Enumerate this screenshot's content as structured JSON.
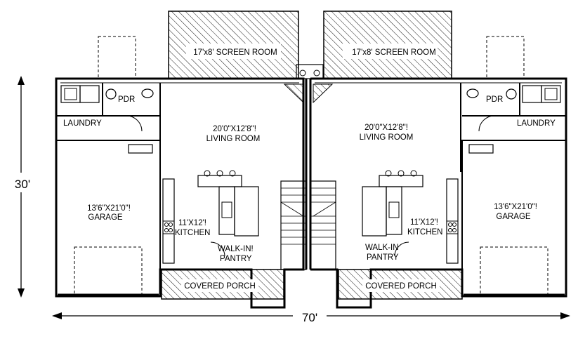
{
  "dimensions": {
    "height": "30'",
    "width": "70'"
  },
  "units": [
    {
      "side": "left",
      "screen_room": "17'x8' SCREEN ROOM",
      "pdr": "PDR",
      "laundry": "LAUNDRY",
      "living_size": "20'0\"X12'8\"!",
      "living_name": "LIVING ROOM",
      "garage_size": "13'6\"X21'0\"!",
      "garage_name": "GARAGE",
      "kitchen_size": "11'X12'!",
      "kitchen_name": "KITCHEN",
      "pantry_line1": "WALK-IN!",
      "pantry_line2": "PANTRY",
      "porch": "COVERED PORCH"
    },
    {
      "side": "right",
      "screen_room": "17'x8' SCREEN ROOM",
      "pdr": "PDR",
      "laundry": "LAUNDRY",
      "living_size": "20'0\"X12'8\"!",
      "living_name": "LIVING ROOM",
      "garage_size": "13'6\"X21'0\"!",
      "garage_name": "GARAGE",
      "kitchen_size": "11'X12'!",
      "kitchen_name": "KITCHEN",
      "pantry_line1": "WALK-IN",
      "pantry_line2": "PANTRY",
      "porch": "COVERED PORCH"
    }
  ]
}
